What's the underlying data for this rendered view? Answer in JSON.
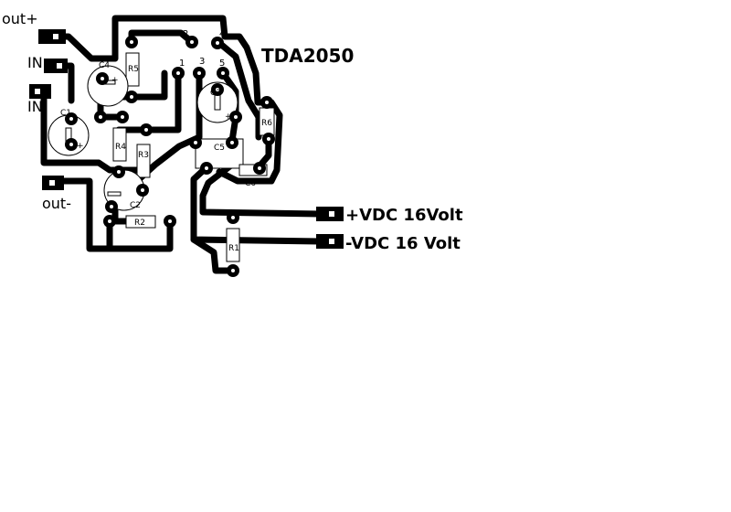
{
  "title": "TDA2050",
  "connectors": {
    "out_plus": "out+",
    "in_top": "IN",
    "in_bottom": "IN",
    "out_minus": "out-",
    "vdc_plus": "+VDC 16Volt",
    "vdc_minus": "-VDC 16 Volt"
  },
  "pins": {
    "p1": "1",
    "p2": "2",
    "p3": "3",
    "p4": "4",
    "p5": "5"
  },
  "components": {
    "C1": "C1",
    "C2": "C2",
    "C3": "C3",
    "C4": "C4",
    "C5": "C5",
    "C6": "C6",
    "R1": "R1",
    "R2": "R2",
    "R3": "R3",
    "R4": "R4",
    "R5": "R5",
    "R6": "R6"
  },
  "polarity": {
    "plus": "+"
  }
}
